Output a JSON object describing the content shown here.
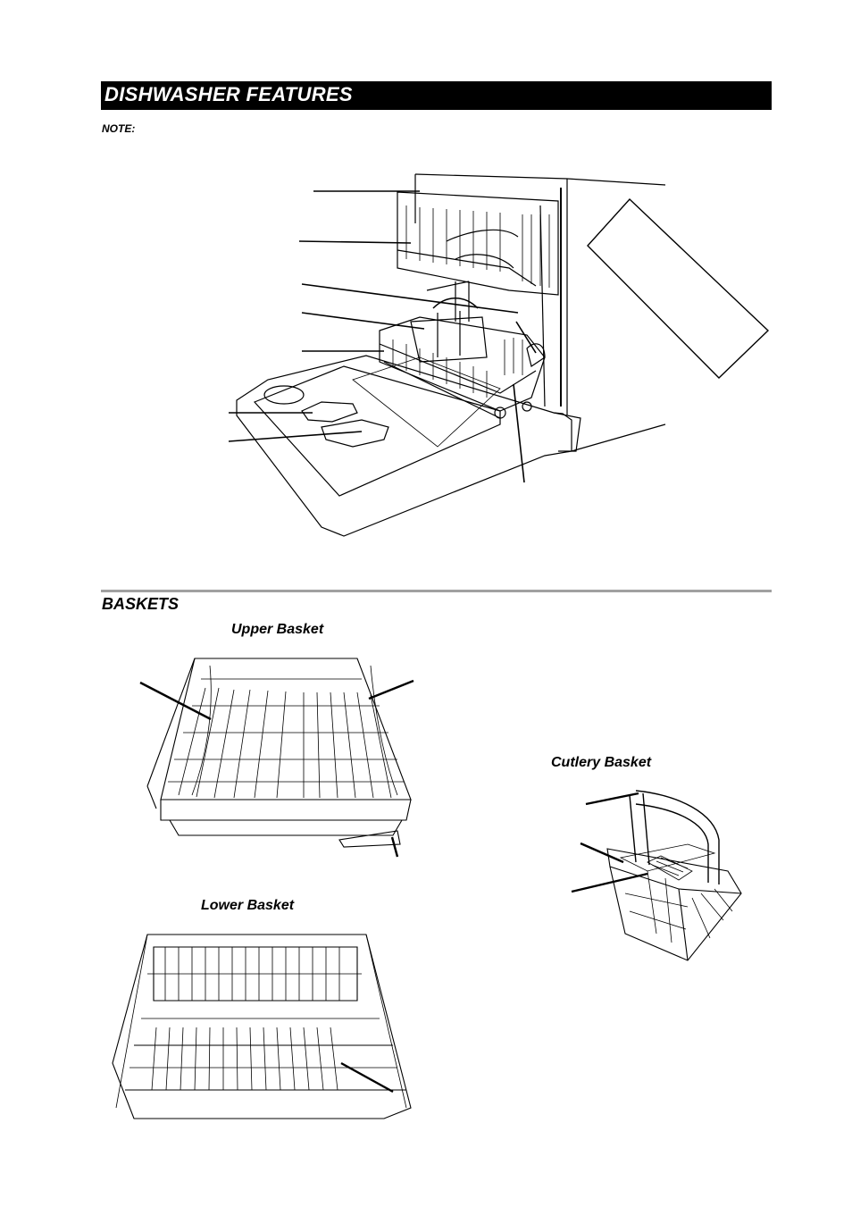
{
  "header": {
    "title": "DISHWASHER FEATURES",
    "note_label": "NOTE:"
  },
  "baskets": {
    "heading": "BASKETS",
    "upper_label": "Upper Basket",
    "lower_label": "Lower Basket",
    "cutlery_label": "Cutlery Basket"
  }
}
